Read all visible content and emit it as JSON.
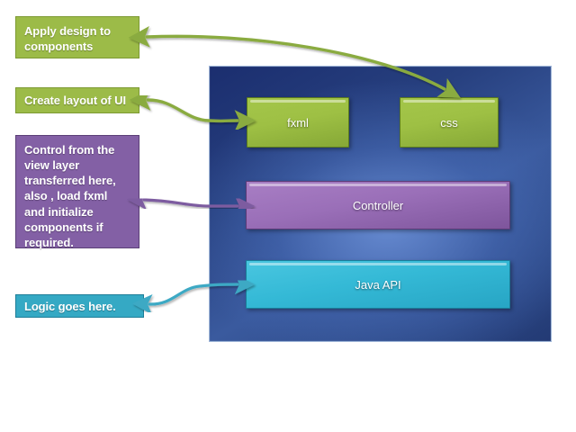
{
  "diagram": {
    "title": "JavaFX application architecture annotated diagram",
    "colors": {
      "green": "#9cbb48",
      "purple": "#8360a5",
      "cyan": "#35a9c4",
      "panel_dark_blue": "#1b2e6f",
      "panel_light_blue": "#4a6fc0",
      "panel_border": "#9fb6d8",
      "arrow_green": "#8aab3f",
      "arrow_purple": "#7d5ba0",
      "arrow_cyan": "#3ea9c4"
    }
  },
  "callouts": [
    {
      "id": "apply-design",
      "text": "Apply design to components",
      "color": "green"
    },
    {
      "id": "create-layout",
      "text": "Create layout of UI",
      "color": "green"
    },
    {
      "id": "control-from-view",
      "text": "Control from the view layer transferred here, also , load fxml and initialize components if required.",
      "color": "purple"
    },
    {
      "id": "logic-goes-here",
      "text": "Logic goes here.",
      "color": "cyan"
    }
  ],
  "panel": {
    "layers": [
      {
        "id": "fxml",
        "label": "fxml",
        "color": "green"
      },
      {
        "id": "css",
        "label": "css",
        "color": "green"
      },
      {
        "id": "controller",
        "label": "Controller",
        "color": "purple"
      },
      {
        "id": "javaapi",
        "label": "Java API",
        "color": "cyan"
      }
    ]
  },
  "connectors": [
    {
      "id": "css-to-apply-design",
      "from": "css",
      "to": "apply-design",
      "color": "#8aab3f",
      "style": "double-headed-curve"
    },
    {
      "id": "fxml-to-create-layout",
      "from": "fxml",
      "to": "create-layout",
      "color": "#8aab3f",
      "style": "double-headed-curve"
    },
    {
      "id": "controller-to-control-from-view",
      "from": "controller",
      "to": "control-from-view",
      "color": "#7d5ba0",
      "style": "double-headed-curve"
    },
    {
      "id": "javaapi-to-logic-goes-here",
      "from": "javaapi",
      "to": "logic-goes-here",
      "color": "#3ea9c4",
      "style": "double-headed-curve"
    }
  ]
}
